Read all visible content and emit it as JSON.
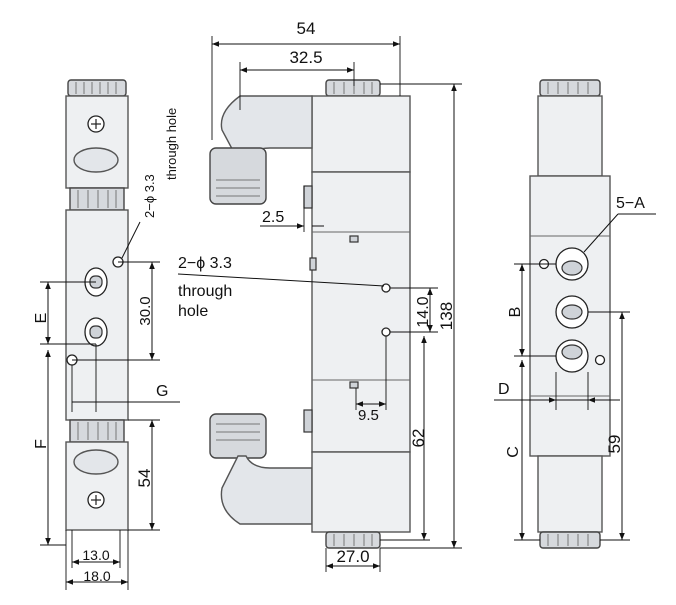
{
  "labels": {
    "top_width": "54",
    "top_inner_width": "32.5",
    "total_height": "138",
    "offset_2_5": "2.5",
    "hole_note_top": "2−ϕ 3.3",
    "hole_note_top_sub": "through hole",
    "hole_note_mid_1": "2−ϕ 3.3",
    "hole_note_mid_2": "through",
    "hole_note_mid_3": "hole",
    "dim_14": "14.0",
    "dim_9_5": "9.5",
    "dim_62": "62",
    "dim_27": "27.0",
    "left_30": "30.0",
    "left_54": "54",
    "left_13": "13.0",
    "left_18": "18.0",
    "letter_E": "E",
    "letter_F": "F",
    "letter_G": "G",
    "right_A": "5−A",
    "letter_B": "B",
    "letter_C": "C",
    "letter_D": "D",
    "right_59": "59"
  }
}
